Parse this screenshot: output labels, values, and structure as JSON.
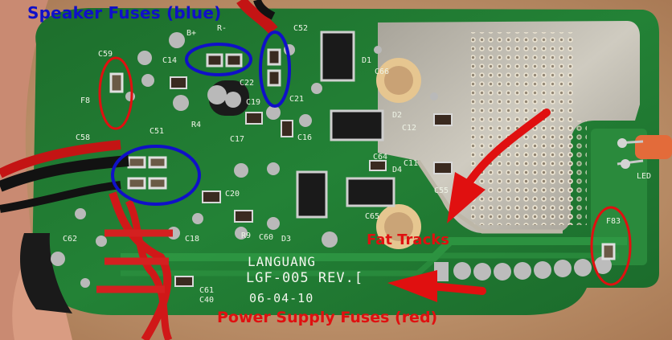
{
  "annotations": {
    "speaker_label": "Speaker Fuses (blue)",
    "power_label": "Power Supply Fuses (red)",
    "tracks_label": "Fat Tracks"
  },
  "silkscreen": {
    "maker": "LANGUANG",
    "model": "LGF-005 REV.[",
    "date": "06-04-10",
    "refs": [
      "C52",
      "C14",
      "C22",
      "C19",
      "C21",
      "D1",
      "C66",
      "C59",
      "F8",
      "C58",
      "C51",
      "C16",
      "C12",
      "D2",
      "C64",
      "C11",
      "D4",
      "C55",
      "C20",
      "C18",
      "R9",
      "C60",
      "D3",
      "C65",
      "C62",
      "C61",
      "C40",
      "F83",
      "LED",
      "C17",
      "R4",
      "B+",
      "R-"
    ]
  },
  "colors": {
    "speaker_marker": "#1010c8",
    "power_marker": "#e01010",
    "board": "#1f7a32",
    "pad": "#b8b8b8",
    "wire_red": "#d01818",
    "wire_black": "#141414"
  }
}
